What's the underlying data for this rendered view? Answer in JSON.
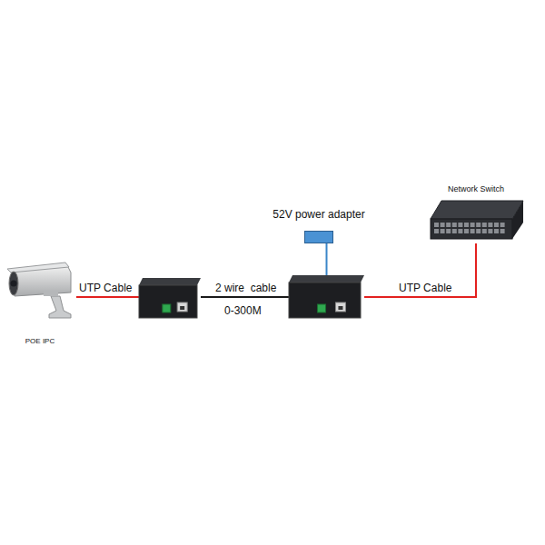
{
  "diagram": {
    "nodes": [
      {
        "text": [
          "POE IPC"
        ]
      },
      {
        "text": []
      },
      {
        "text": []
      },
      {
        "text": [
          "52V power adapter"
        ]
      },
      {
        "text": [
          "Network Switch"
        ]
      }
    ],
    "edges": [
      {
        "from": 0,
        "to": 1,
        "label": "UTP Cable",
        "arrow": "none"
      },
      {
        "from": 1,
        "to": 2,
        "label": "2 wire  cable",
        "arrow": "none"
      },
      {
        "from": 3,
        "to": 2,
        "arrow": "none"
      },
      {
        "from": 2,
        "to": 4,
        "label": "UTP Cable",
        "arrow": "none"
      }
    ],
    "labels": [
      "0-300M"
    ]
  }
}
